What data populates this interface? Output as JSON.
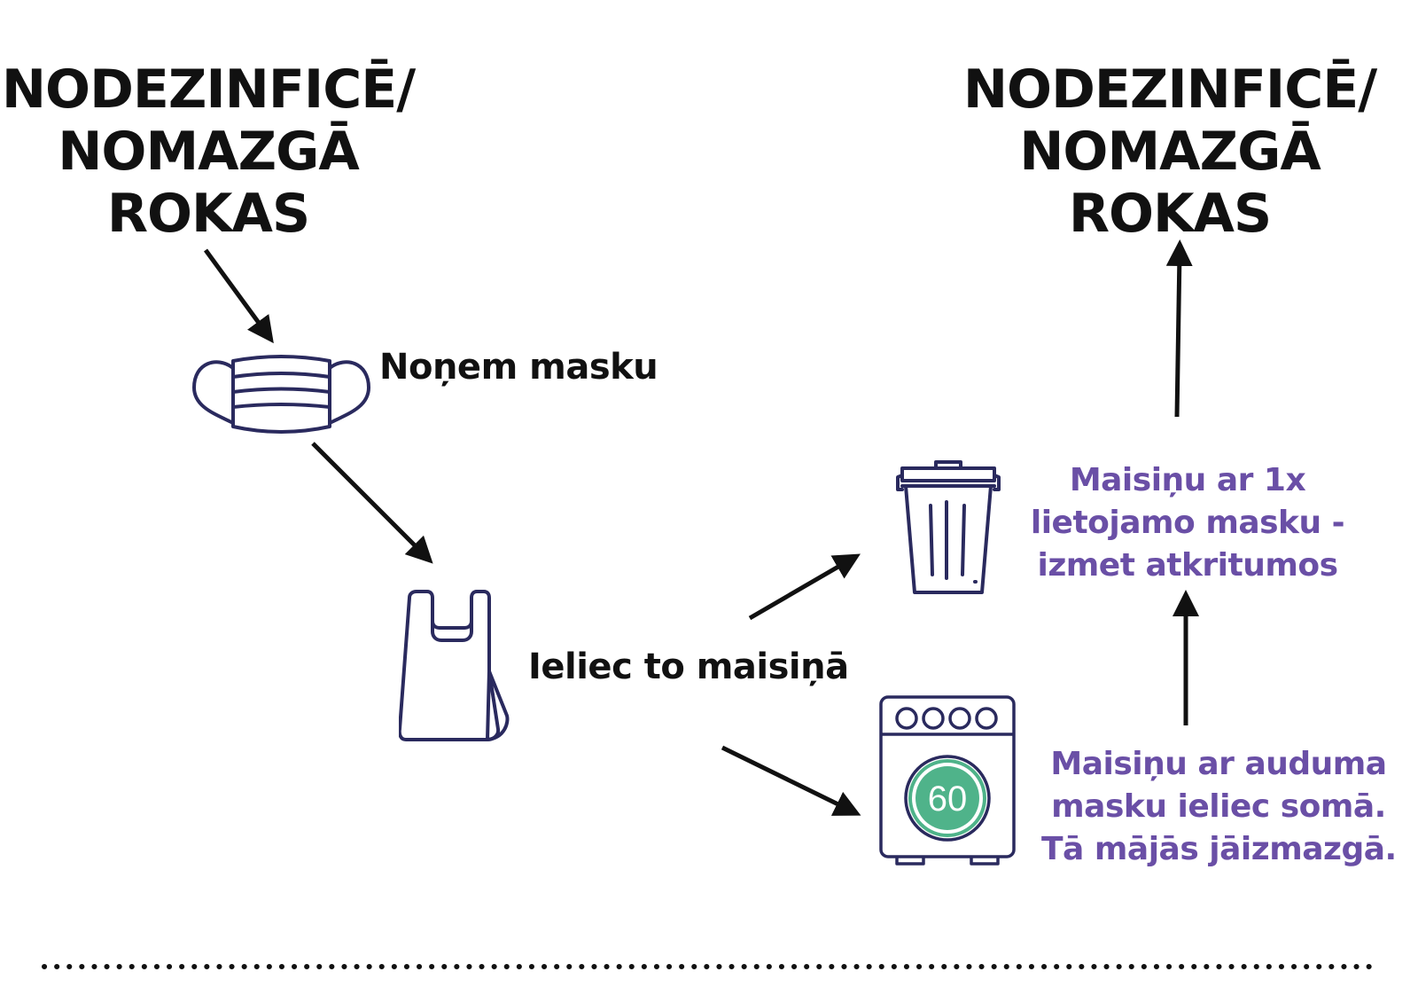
{
  "colors": {
    "text": "#111111",
    "accent_purple": "#6a4fa6",
    "icon_navy": "#2a2a5e",
    "wash_green": "#4fb38a"
  },
  "heading_left": {
    "lines": [
      "NODEZINFICĒ/",
      "NOMAZGĀ",
      "ROKAS"
    ]
  },
  "heading_right": {
    "lines": [
      "NODEZINFICĒ/",
      "NOMAZGĀ",
      "ROKAS"
    ]
  },
  "steps": {
    "remove_mask": "Noņem masku",
    "put_in_bag": "Ieliec to maisiņā"
  },
  "disposable": {
    "lines": [
      "Maisiņu ar 1x",
      "lietojamo masku -",
      "izmet atkritumos"
    ]
  },
  "cloth": {
    "lines": [
      "Maisiņu ar auduma",
      "masku ieliec somā.",
      "Tā mājās jāizmazgā."
    ]
  },
  "washing_machine": {
    "temperature": "60"
  },
  "icons": [
    "face-mask-icon",
    "plastic-bag-icon",
    "trash-can-icon",
    "washing-machine-icon"
  ]
}
